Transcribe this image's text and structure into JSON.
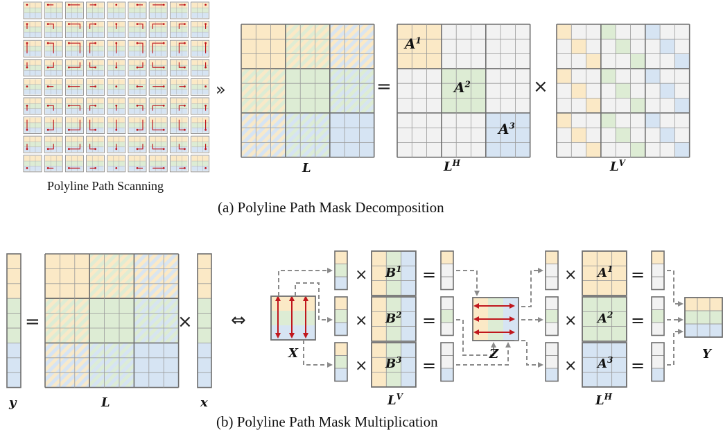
{
  "section_a": {
    "caption": "(a) Polyline Path Mask Decomposition",
    "scan_label": "Polyline Path Scanning",
    "label_L": "L",
    "label_LH_base": "L",
    "label_LH_sup": "H",
    "label_LV_base": "L",
    "label_LV_sup": "V",
    "block_A1_base": "A",
    "block_A1_sup": "1",
    "block_A2_base": "A",
    "block_A2_sup": "2",
    "block_A3_base": "A",
    "block_A3_sup": "3",
    "op_chevron": "»",
    "op_equals": "=",
    "op_times": "×"
  },
  "section_b": {
    "caption": "(b) Polyline Path Mask Multiplication",
    "label_y": "y",
    "label_L": "L",
    "label_x": "x",
    "label_X": "X",
    "label_Z": "Z",
    "label_Y": "Y",
    "label_LV_base": "L",
    "label_LV_sup": "V",
    "label_LH_base": "L",
    "label_LH_sup": "H",
    "B1_base": "B",
    "B1_sup": "1",
    "B2_base": "B",
    "B2_sup": "2",
    "B3_base": "B",
    "B3_sup": "3",
    "A1_base": "A",
    "A1_sup": "1",
    "A2_base": "A",
    "A2_sup": "2",
    "A3_base": "A",
    "A3_sup": "3",
    "op_equals": "=",
    "op_times": "×",
    "op_iff": "⇔"
  },
  "colors": {
    "yellow": "#fbe9c6",
    "green": "#ddecd4",
    "blue": "#d6e4f3",
    "gray": "#f2f2f2",
    "grid": "#9a9a9a",
    "grid_heavy": "#6e6e6e",
    "arrow_red": "#c0171d",
    "dash": "#8a8a8a"
  }
}
